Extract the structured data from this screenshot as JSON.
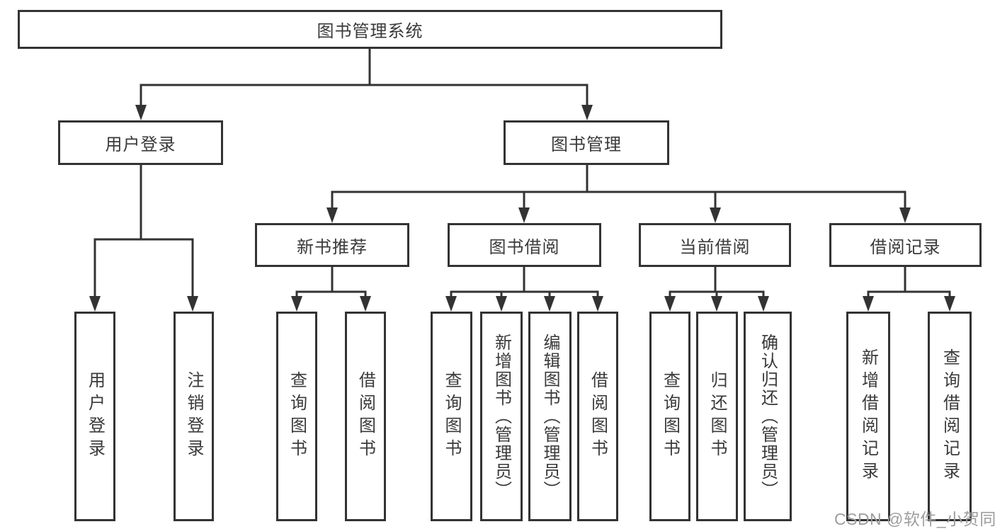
{
  "diagram": {
    "root": "图书管理系统",
    "level2": {
      "user_login": "用户登录",
      "book_mgmt": "图书管理"
    },
    "level3": {
      "new_books": "新书推荐",
      "book_borrow": "图书借阅",
      "current_borrow": "当前借阅",
      "borrow_records": "借阅记录"
    },
    "leaves": {
      "user_login": [
        "用户登录",
        "注销登录"
      ],
      "new_books": [
        "查询图书",
        "借阅图书"
      ],
      "book_borrow": [
        "查询图书",
        "新增图书（管理员）",
        "编辑图书（管理员）",
        "借阅图书"
      ],
      "current_borrow": [
        "查询图书",
        "归还图书",
        "确认归还（管理员）"
      ],
      "borrow_records": [
        "新增借阅记录",
        "查询借阅记录"
      ]
    }
  },
  "watermark": "CSDN @软件_小贺同学",
  "colors": {
    "line": "#333333",
    "box_border": "#333333",
    "text": "#3a3a3a",
    "watermark": "#9d9d9d",
    "background": "#ffffff"
  }
}
